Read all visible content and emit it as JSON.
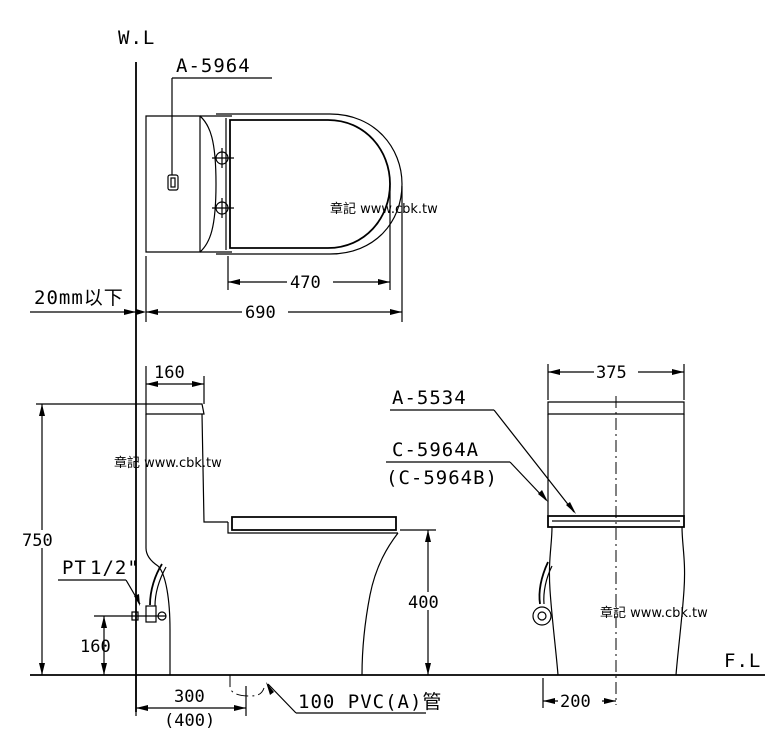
{
  "labels": {
    "wall_line": "W.L",
    "floor_line": "F.L",
    "seat_model": "A-5964",
    "valve_model": "A-5534",
    "body_model_a": "C-5964A",
    "body_model_b": "(C-5964B)",
    "wall_clearance": "20mm以下",
    "supply_pipe_prefix": "PT",
    "supply_pipe_fraction": "1/2\"",
    "drain_pipe": "100 PVC(A)管"
  },
  "dimensions": {
    "seat_length": "470",
    "overall_length": "690",
    "tank_depth": "160",
    "overall_height": "750",
    "seat_height": "400",
    "supply_height": "160",
    "rough_in": "300",
    "rough_in_alt": "(400)",
    "width": "375",
    "drain_offset": "200"
  },
  "watermarks": [
    "章記 www.cbk.tw",
    "章記 www.cbk.tw",
    "章記 www.cbk.tw"
  ]
}
